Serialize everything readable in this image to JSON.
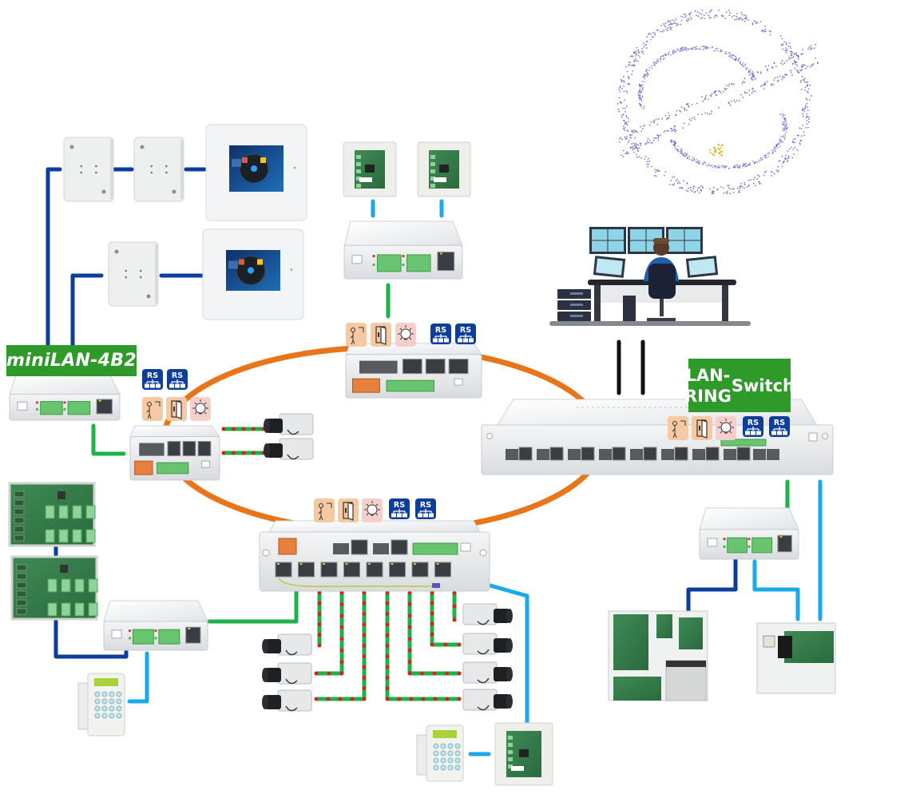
{
  "diagram": {
    "title": "LAN-RING network topology",
    "labels": {
      "minilan": "miniLAN-4B2",
      "ring_switch_line1": "LAN-RING",
      "ring_switch_line2": "Switch"
    },
    "badges": {
      "rs": "RS"
    },
    "colors": {
      "ring": "#e8751a",
      "ethernet": "#1db24a",
      "rs485_dark": "#0b3d9c",
      "rs485_light": "#1aa9ea",
      "poe_dot": "#e21b1b",
      "label_bg": "#2e9a2a",
      "badge_rs_bg": "#0d3f9a",
      "badge_orange_bg": "#f6c9a2",
      "badge_pink_bg": "#f5cfcb",
      "uplink": "#111111"
    },
    "nodes": [
      {
        "id": "monitoring-station",
        "type": "operator workstation"
      },
      {
        "id": "lan-ring-switch-main",
        "type": "managed rack switch",
        "label": "LAN-RING Switch"
      },
      {
        "id": "ring-node-top",
        "type": "LAN-RING ethernet switch"
      },
      {
        "id": "ring-node-left",
        "type": "LAN-RING ethernet switch"
      },
      {
        "id": "ring-node-bottom",
        "type": "LAN-RING ethernet switch (8 port)"
      },
      {
        "id": "minilan-left",
        "type": "miniLAN-4B2 converter",
        "label": "miniLAN-4B2"
      },
      {
        "id": "minilan-top",
        "type": "miniLAN converter"
      },
      {
        "id": "minilan-right",
        "type": "miniLAN converter"
      },
      {
        "id": "minilan-bottom-left",
        "type": "miniLAN converter"
      },
      {
        "id": "touch-panel-1",
        "type": "touch panel"
      },
      {
        "id": "touch-panel-2",
        "type": "touch panel"
      },
      {
        "id": "expander-1",
        "type": "bus module"
      },
      {
        "id": "expander-2",
        "type": "bus module"
      },
      {
        "id": "expander-3",
        "type": "bus module"
      },
      {
        "id": "io-board-top-1",
        "type": "access module"
      },
      {
        "id": "io-board-top-2",
        "type": "access module"
      },
      {
        "id": "io-board-bottom",
        "type": "access module"
      },
      {
        "id": "pcb-left-1",
        "type": "controller board"
      },
      {
        "id": "pcb-left-2",
        "type": "controller board"
      },
      {
        "id": "keypad-left",
        "type": "keypad"
      },
      {
        "id": "keypad-bottom",
        "type": "keypad"
      },
      {
        "id": "alarm-panel-1",
        "type": "alarm control panel"
      },
      {
        "id": "alarm-panel-2",
        "type": "alarm control panel"
      },
      {
        "id": "cameras",
        "count": 9,
        "type": "IP camera"
      }
    ],
    "feature_icons": [
      "intercom-icon",
      "door-icon",
      "light-bulb-icon",
      "rs-bus-icon",
      "rs-bus-icon"
    ]
  }
}
